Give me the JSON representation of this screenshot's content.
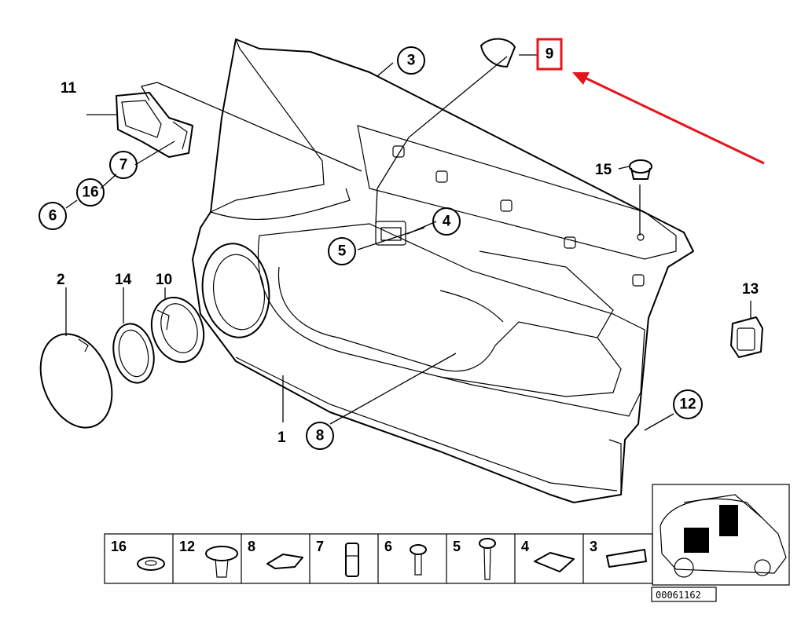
{
  "callouts": {
    "c1": "1",
    "c2": "2",
    "c3": "3",
    "c4": "4",
    "c5": "5",
    "c6": "6",
    "c7": "7",
    "c8": "8",
    "c9": "9",
    "c10": "10",
    "c11": "11",
    "c12": "12",
    "c13": "13",
    "c14": "14",
    "c15": "15",
    "c16": "16"
  },
  "highlight_color": "#e8141b",
  "parts_table": {
    "cells": [
      "16",
      "12",
      "8",
      "7",
      "6",
      "5",
      "4",
      "3"
    ]
  },
  "reference_number": "00061162"
}
